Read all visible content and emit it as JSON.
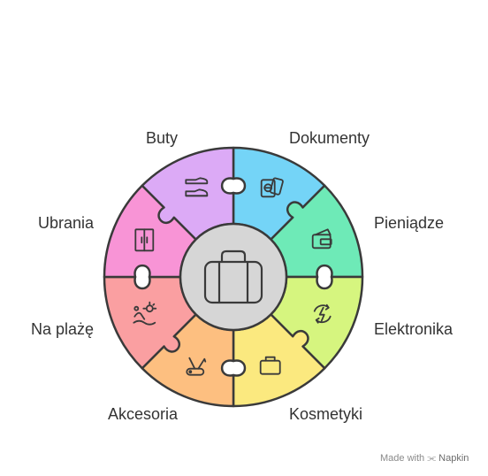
{
  "segments": [
    {
      "label": "Dokumenty",
      "color": "#74d4f7",
      "icon": "passport-icon"
    },
    {
      "label": "Pieniądze",
      "color": "#6eeab7",
      "icon": "wallet-icon"
    },
    {
      "label": "Elektronika",
      "color": "#d6f57f",
      "icon": "charging-icon"
    },
    {
      "label": "Kosmetyki",
      "color": "#fbe97f",
      "icon": "toiletry-bag-icon"
    },
    {
      "label": "Akcesoria",
      "color": "#fdbf80",
      "icon": "swiss-knife-icon"
    },
    {
      "label": "Na plażę",
      "color": "#fa9fa1",
      "icon": "beach-icon"
    },
    {
      "label": "Ubrania",
      "color": "#f894d6",
      "icon": "wardrobe-icon"
    },
    {
      "label": "Buty",
      "color": "#dcaaf6",
      "icon": "shoes-icon"
    }
  ],
  "center": {
    "icon": "suitcase-icon",
    "color": "#d6d6d6"
  },
  "watermark": {
    "prefix": "Made with",
    "brand": "Napkin"
  }
}
